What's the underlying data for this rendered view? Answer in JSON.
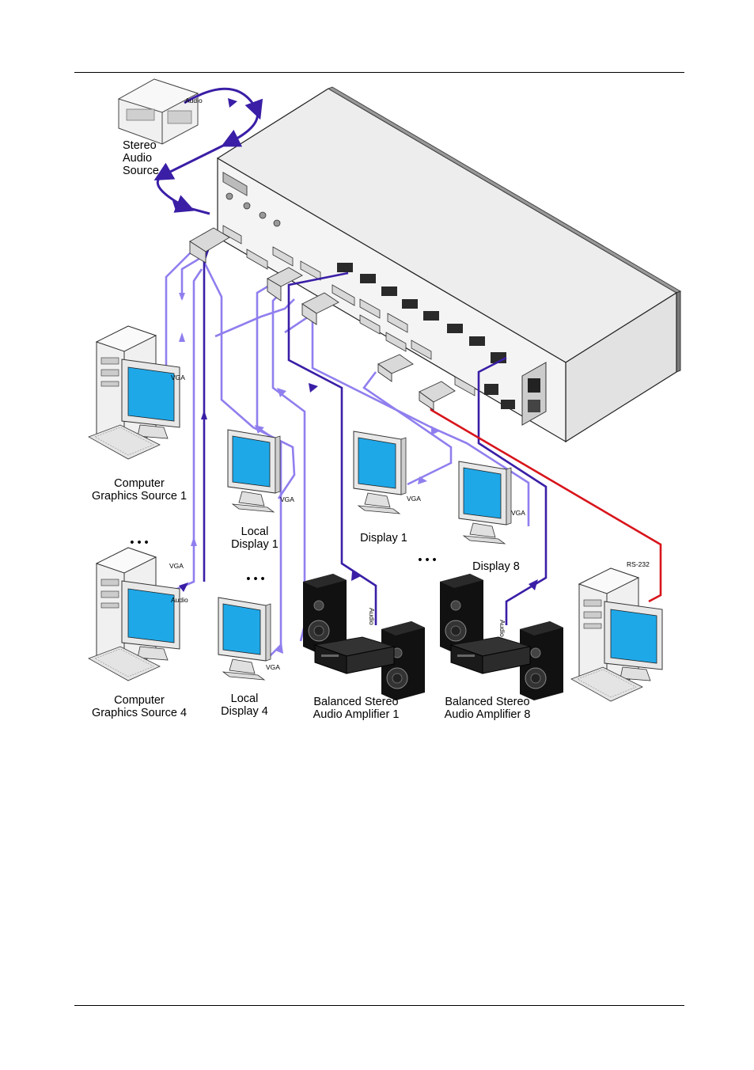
{
  "labels": {
    "stereo_source": [
      "Stereo",
      "Audio",
      "Source"
    ],
    "computer_1": [
      "Computer",
      "Graphics Source 1"
    ],
    "computer_4": [
      "Computer",
      "Graphics Source 4"
    ],
    "local_display_1": [
      "Local",
      "Display 1"
    ],
    "local_display_4": [
      "Local",
      "Display 4"
    ],
    "display_1": "Display 1",
    "display_8": "Display 8",
    "amp_1": [
      "Balanced Stereo",
      "Audio Amplifier 1"
    ],
    "amp_8": [
      "Balanced Stereo",
      "Audio Amplifier 8"
    ],
    "ellipsis": "• • •"
  },
  "cable_labels": {
    "audio": "Audio",
    "vga": "VGA",
    "rs232": "RS-232"
  },
  "colors": {
    "vga_cable": "#8f7fee",
    "audio_cable": "#3a1ea6",
    "rs232_cable": "#d8141b",
    "device_body": "#e6e6e6",
    "screen": "#1fa8e8"
  }
}
